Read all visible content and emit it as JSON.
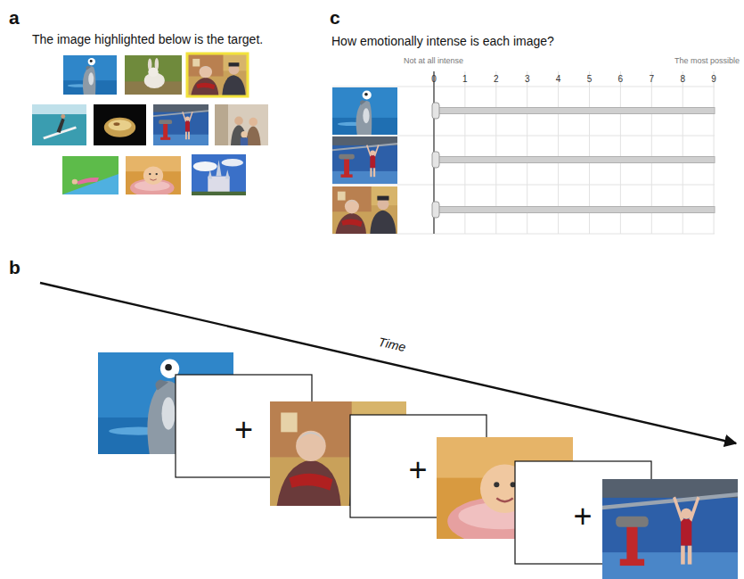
{
  "diagram": {
    "nodes": [
      {
        "text": [
          "+"
        ]
      },
      {
        "text": [
          "+"
        ]
      },
      {
        "text": [
          "+"
        ]
      }
    ],
    "labels": [
      "a",
      "The image highlighted below is the target.",
      "c",
      "How emotionally intense is each image?",
      "Not at all intense",
      "The most possible",
      "0",
      "1",
      "2",
      "3",
      "4",
      "5",
      "6",
      "7",
      "8",
      "9",
      "b",
      "Time"
    ]
  }
}
